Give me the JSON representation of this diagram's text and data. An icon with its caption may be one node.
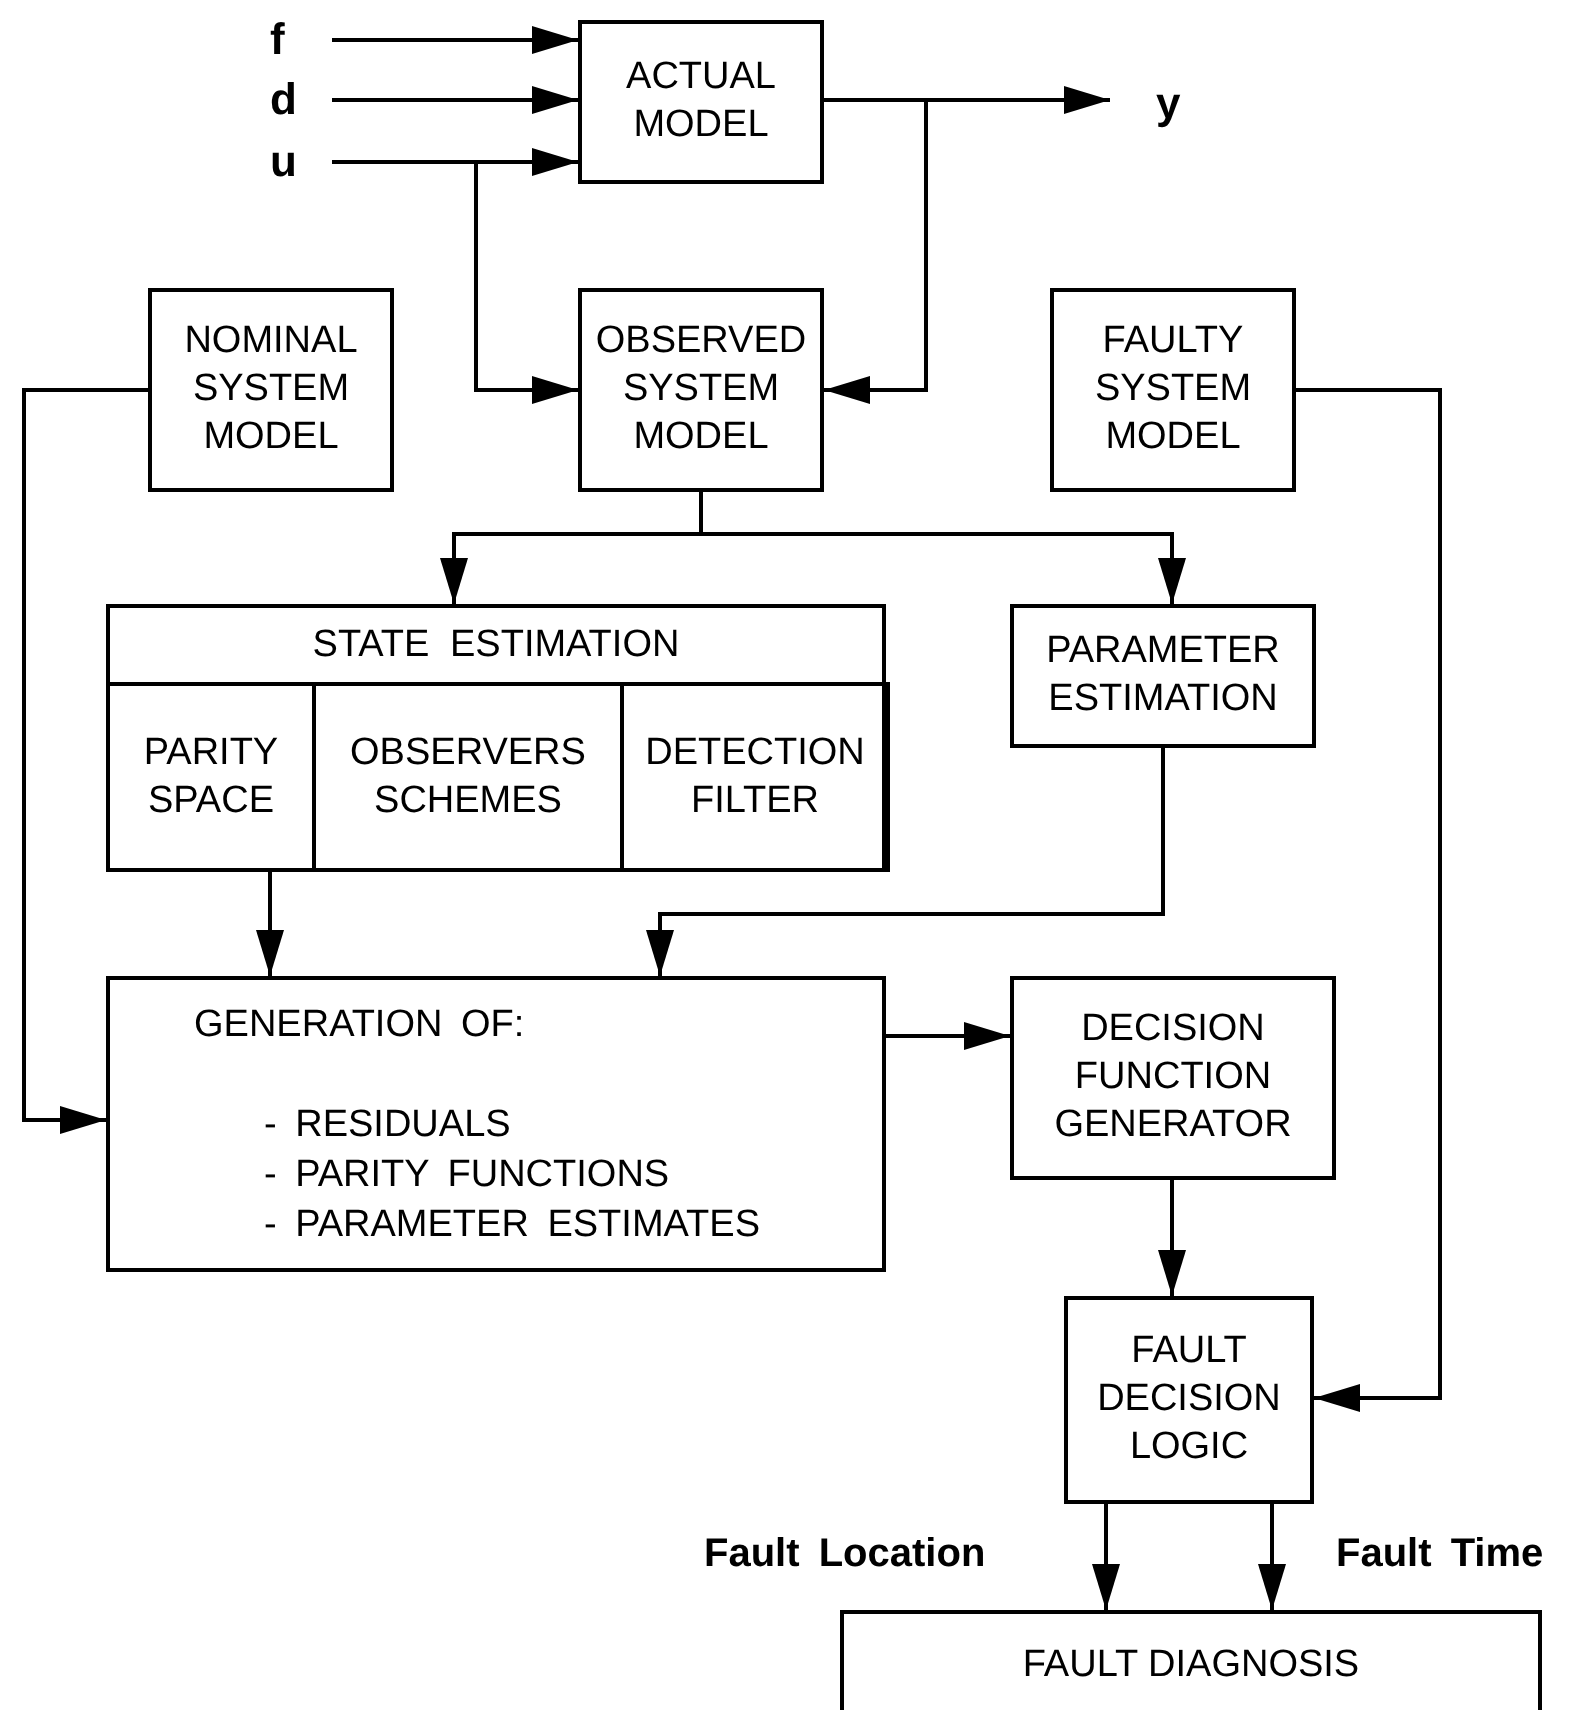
{
  "diagram": {
    "nodes": [
      {
        "text": [
          "f"
        ]
      },
      {
        "text": [
          "d"
        ]
      },
      {
        "text": [
          "u"
        ]
      },
      {
        "text": [
          "ACTUAL MODEL"
        ]
      },
      {
        "text": [
          "y"
        ]
      },
      {
        "text": [
          "NOMINAL SYSTEM MODEL"
        ]
      },
      {
        "text": [
          "OBSERVED SYSTEM MODEL"
        ]
      },
      {
        "text": [
          "FAULTY SYSTEM MODEL"
        ]
      },
      {
        "text": [
          "STATE ESTIMATION"
        ]
      },
      {
        "text": [
          "PARITY SPACE"
        ],
        "in": 8
      },
      {
        "text": [
          "OBSERVERS SCHEMES"
        ],
        "in": 8
      },
      {
        "text": [
          "DETECTION FILTER"
        ],
        "in": 8
      },
      {
        "text": [
          "PARAMETER ESTIMATION"
        ]
      },
      {
        "text": [
          "GENERATION OF:",
          "- RESIDUALS",
          "- PARITY FUNCTIONS",
          "- PARAMETER ESTIMATES"
        ]
      },
      {
        "text": [
          "DECISION FUNCTION GENERATOR"
        ]
      },
      {
        "text": [
          "FAULT DECISION LOGIC"
        ]
      },
      {
        "text": [
          "FAULT DIAGNOSIS"
        ]
      }
    ],
    "edges": [
      {
        "from": 0,
        "to": 3,
        "arrow": "to"
      },
      {
        "from": 1,
        "to": 3,
        "arrow": "to"
      },
      {
        "from": 2,
        "to": 3,
        "arrow": "to"
      },
      {
        "from": 2,
        "to": 6,
        "arrow": "to"
      },
      {
        "from": 3,
        "to": 4,
        "arrow": "to"
      },
      {
        "from": 3,
        "to": 6,
        "arrow": "to"
      },
      {
        "from": 6,
        "to": 8,
        "arrow": "to"
      },
      {
        "from": 6,
        "to": 12,
        "arrow": "to"
      },
      {
        "from": 5,
        "to": 13,
        "arrow": "to"
      },
      {
        "from": 9,
        "to": 13,
        "arrow": "to"
      },
      {
        "from": 12,
        "to": 13,
        "arrow": "to"
      },
      {
        "from": 13,
        "to": 14,
        "arrow": "to"
      },
      {
        "from": 14,
        "to": 15,
        "arrow": "to"
      },
      {
        "from": 7,
        "to": 15,
        "arrow": "to"
      },
      {
        "from": 15,
        "to": 16,
        "arrow": "to",
        "label": "Fault Location"
      },
      {
        "from": 15,
        "to": 16,
        "arrow": "to",
        "label": "Fault Time"
      }
    ]
  }
}
